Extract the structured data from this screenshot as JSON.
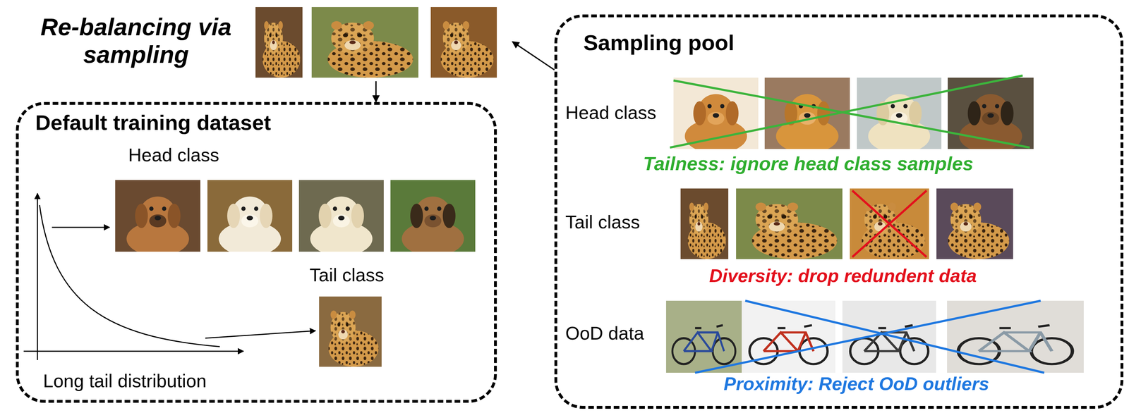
{
  "diagram": {
    "nodes": [
      {
        "text": [
          "Re-balancing via sampling"
        ]
      },
      {
        "text": [
          "Default training dataset"
        ]
      },
      {
        "text": [
          "Sampling pool"
        ]
      }
    ],
    "edges": [
      {
        "from": 2,
        "to": 0,
        "arrow": "to"
      },
      {
        "from": 0,
        "to": 1,
        "arrow": "to"
      }
    ],
    "labels": [
      "Head class",
      "Tail class",
      "Long tail distribution",
      "Head class",
      "Tail class",
      "OoD data",
      "Tailness: ignore head class samples",
      "Diversity: drop redundent data",
      "Proximity: Reject OoD outliers"
    ]
  }
}
